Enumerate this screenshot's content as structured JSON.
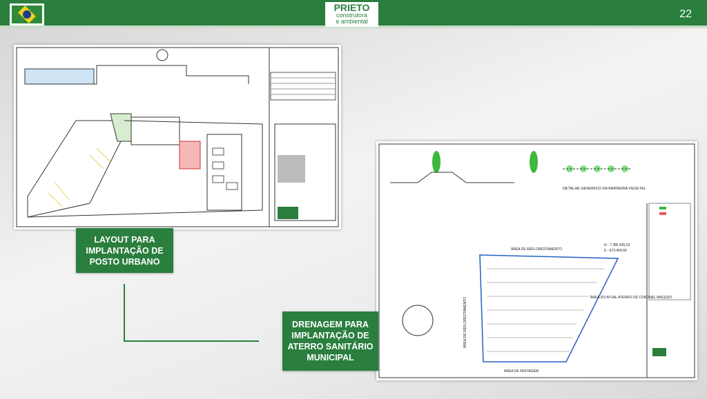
{
  "header": {
    "logo_line1": "PRIETO",
    "logo_line2": "construtora",
    "logo_line3": "e ambiental",
    "page_number": "22",
    "flag_icon": "brazil-flag"
  },
  "labels": {
    "posto": [
      "LAYOUT PARA",
      "IMPLANTAÇÃO DE",
      "POSTO URBANO"
    ],
    "aterro": [
      "DRENAGEM PARA",
      "IMPLANTAÇÃO DE",
      "ATERRO SANITÁRIO",
      "MUNICIPAL"
    ]
  },
  "drawing2": {
    "title": "DETALHE GENÉRICO DA BARREIRA VEGETAL",
    "area_top": "ÁREA DE REFLORESTAMENTO",
    "area_bottom": "ÁREA DE PASTAGEM",
    "area_left": "ÁREA DE REFLORESTAMENTO",
    "area_right": "ÁREA DO ATUAL ATERRO DE CORONEL MACEDO",
    "coord_n": "N - 7.386.435,23",
    "coord_e": "E - 672.469,56"
  },
  "colors": {
    "brand_green": "#2a7e3e"
  }
}
